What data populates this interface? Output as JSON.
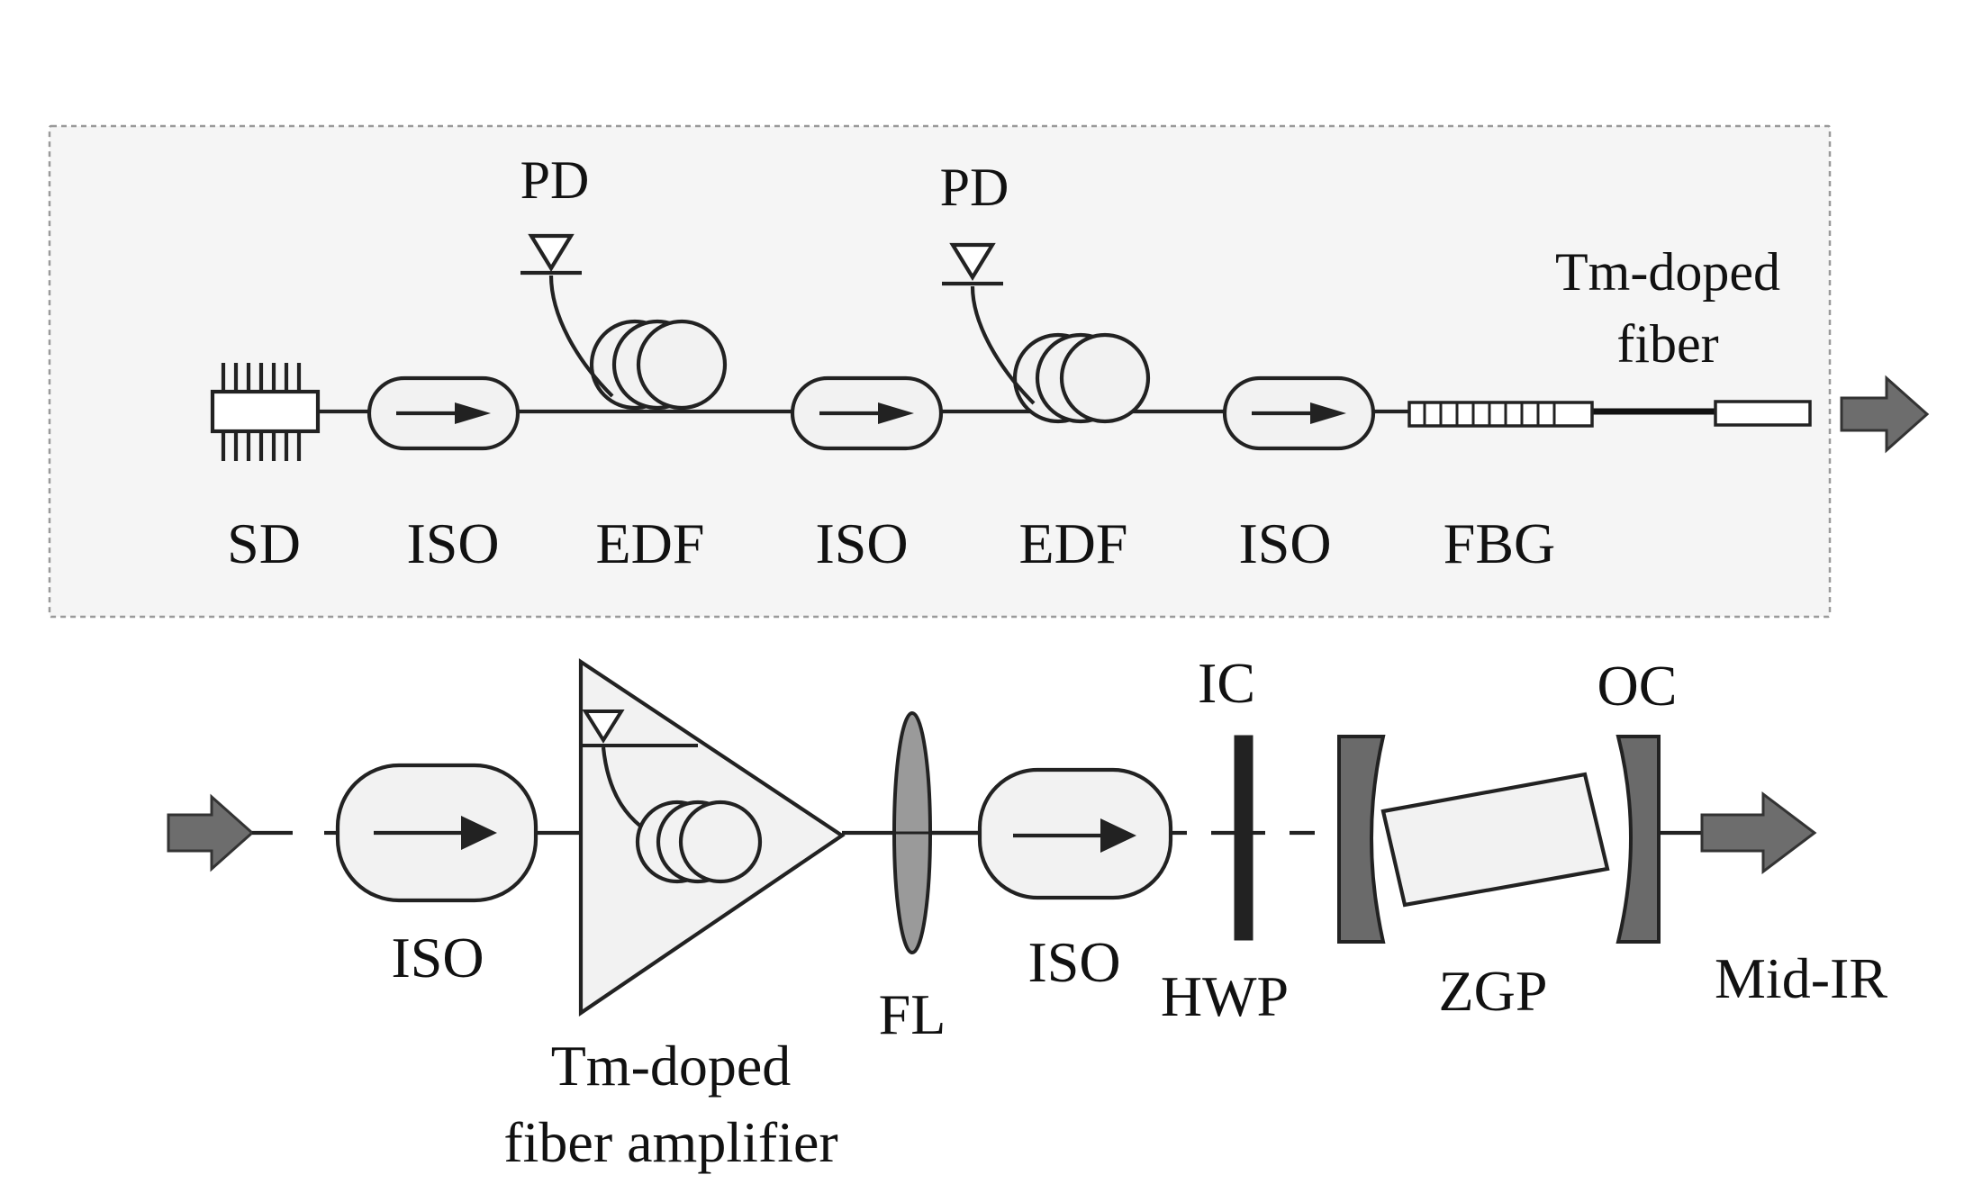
{
  "colors": {
    "background": "#ffffff",
    "panel_fill": "#f5f5f5",
    "panel_border": "#9a9a9a",
    "line": "#222222",
    "component_fill": "#f2f2f2",
    "arrow_fill": "#6d6d6d",
    "lens_fill": "#9a9a9a",
    "hwp_fill": "#222222",
    "mirror_fill": "#6a6a6a"
  },
  "seed_section": {
    "components": {
      "sd": "SD",
      "iso_1": "ISO",
      "edf_1": "EDF",
      "iso_2": "ISO",
      "edf_2": "EDF",
      "iso_3": "ISO",
      "fbg": "FBG"
    },
    "pd_1": "PD",
    "pd_2": "PD",
    "tm_fiber_line1": "Tm-doped",
    "tm_fiber_line2": "fiber"
  },
  "opo_section": {
    "iso_1": "ISO",
    "amplifier_line1": "Tm-doped",
    "amplifier_line2": "fiber amplifier",
    "fl": "FL",
    "iso_2": "ISO",
    "ic": "IC",
    "hwp": "HWP",
    "zgp": "ZGP",
    "oc": "OC",
    "output": "Mid-IR"
  }
}
